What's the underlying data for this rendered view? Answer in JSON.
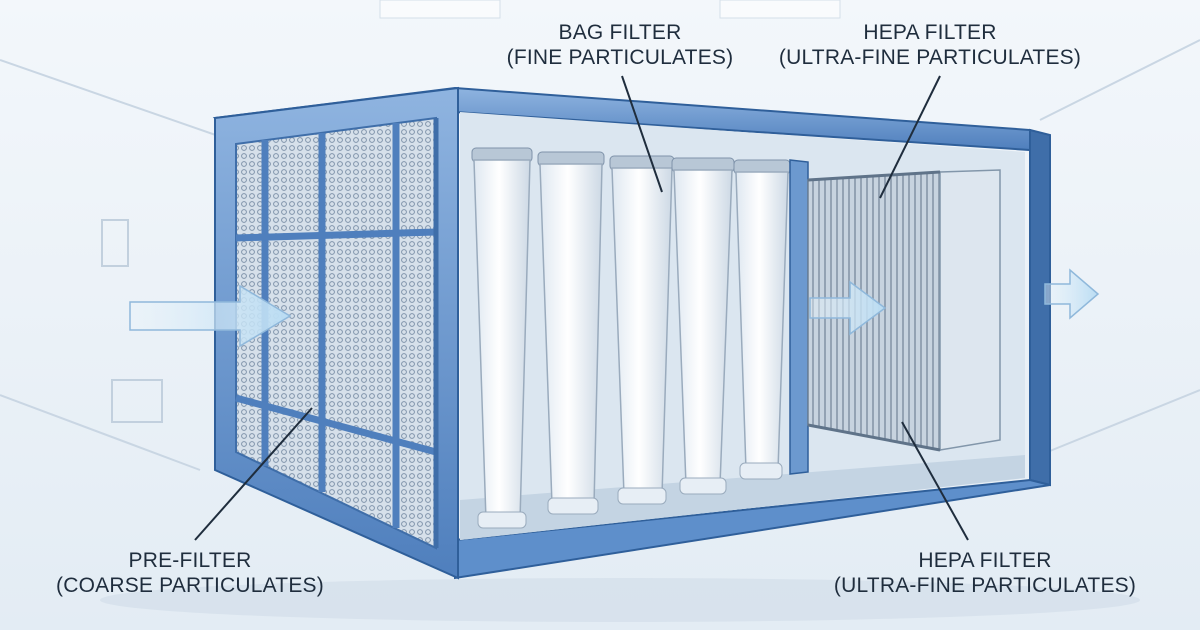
{
  "labels": {
    "bag_filter": {
      "line1": "BAG FILTER",
      "line2": "(FINE PARTICULATES)"
    },
    "hepa_top": {
      "line1": "HEPA FILTER",
      "line2": "(ULTRA-FINE PARTICULATES)"
    },
    "pre_filter": {
      "line1": "PRE-FILTER",
      "line2": "(COARSE PARTICULATES)"
    },
    "hepa_bottom": {
      "line1": "HEPA FILTER",
      "line2": "(ULTRA-FINE PARTICULATES)"
    }
  },
  "colors": {
    "frame": "#5b8cc8",
    "frame_dark": "#2f5f9a",
    "background": "#eef4fa",
    "bag": "#f4f8fc",
    "mesh": "#8fa4bd",
    "arrow": "#c9e3f6"
  },
  "icons": [
    "airflow-in-arrow",
    "airflow-mid-arrow",
    "airflow-out-arrow"
  ]
}
